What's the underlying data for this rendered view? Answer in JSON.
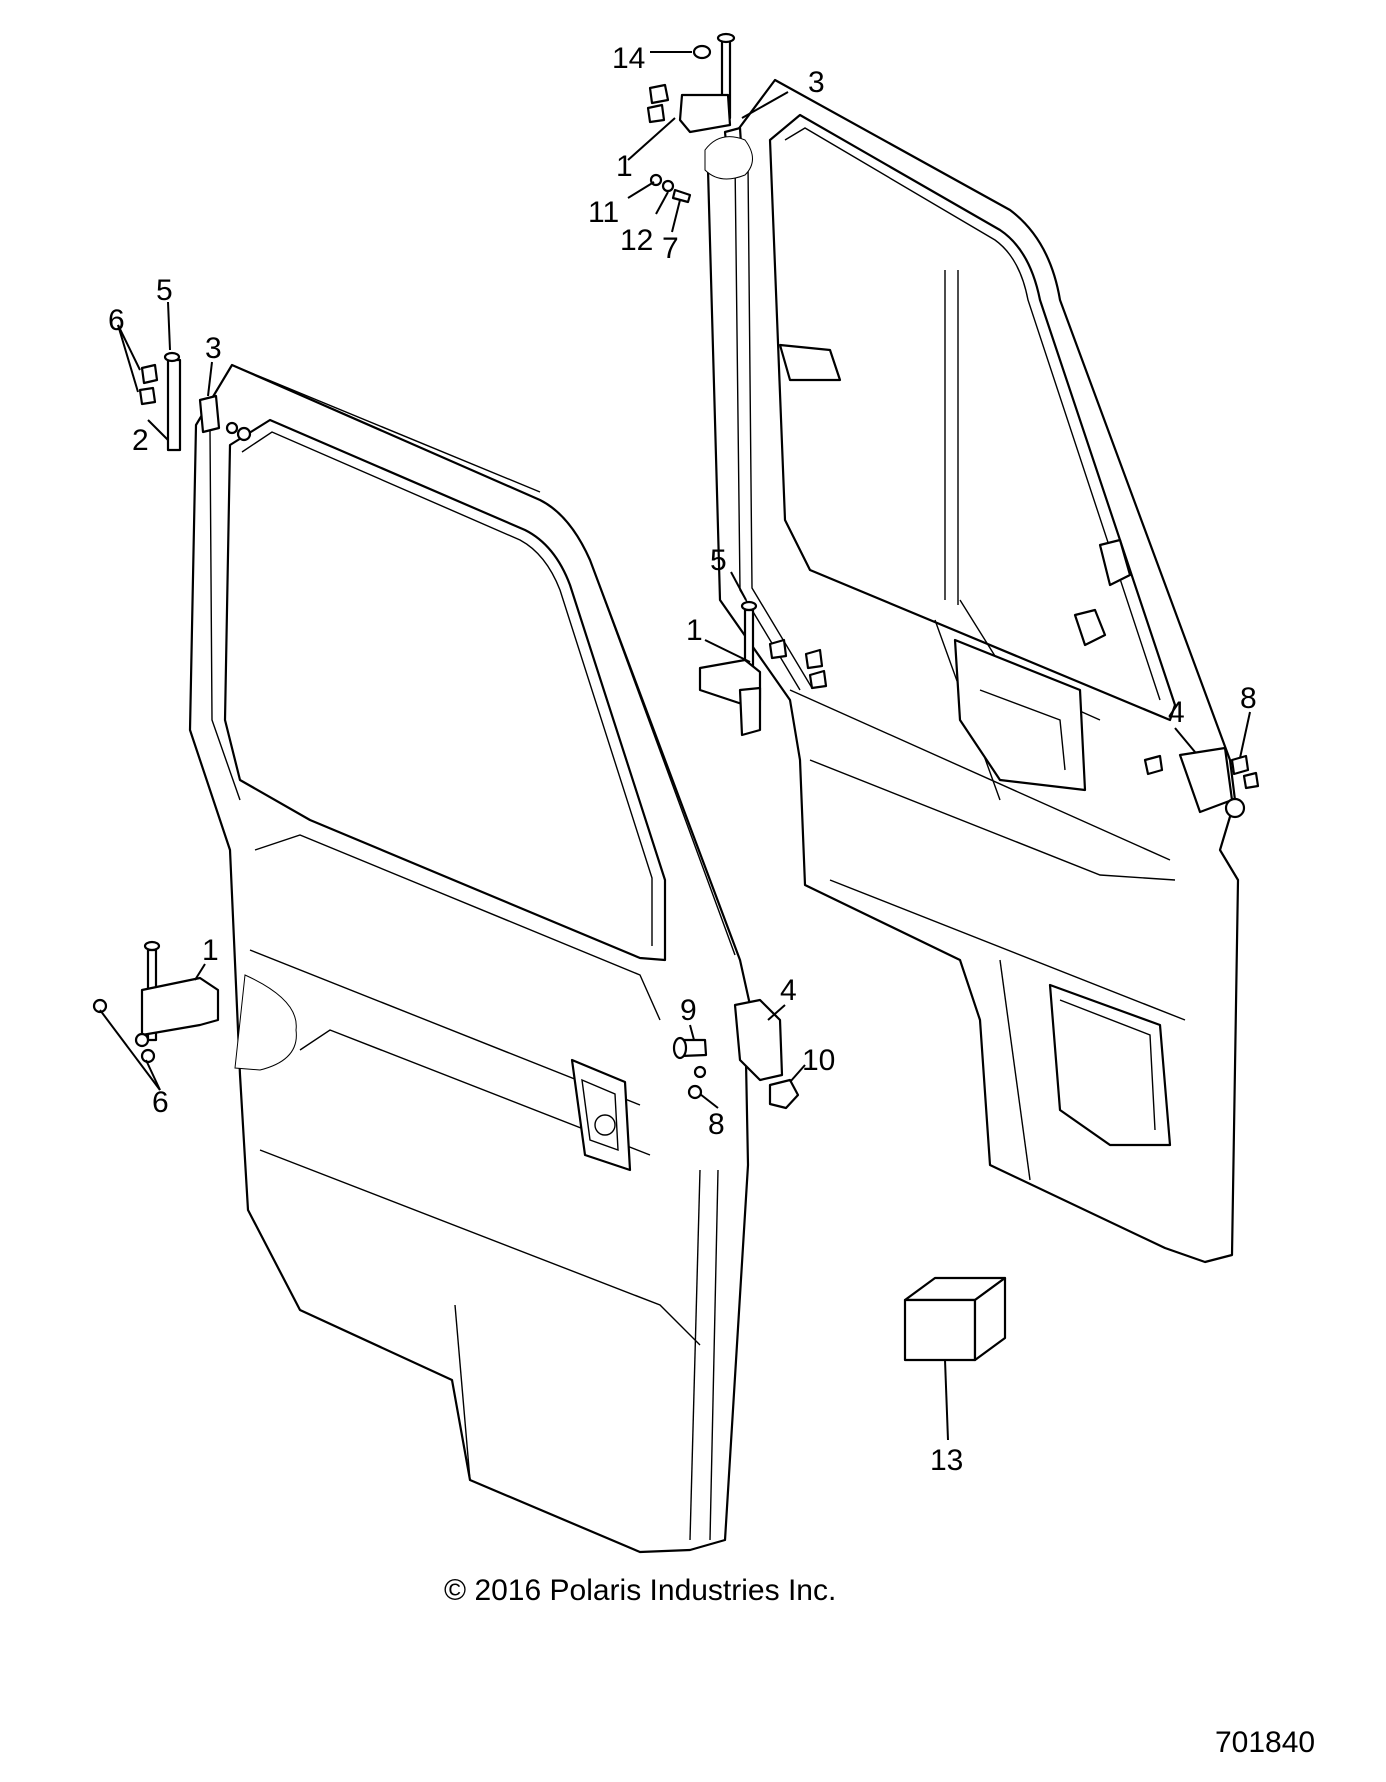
{
  "callouts": {
    "c14": "14",
    "c3a": "3",
    "c1a": "1",
    "c11": "11",
    "c12": "12",
    "c7": "7",
    "c5a": "5",
    "c6a": "6",
    "c3b": "3",
    "c2": "2",
    "c5b": "5",
    "c1b": "1",
    "c8a": "8",
    "c4a": "4",
    "c1c": "1",
    "c6b": "6",
    "c9": "9",
    "c4b": "4",
    "c10": "10",
    "c8b": "8",
    "c13": "13"
  },
  "footer": {
    "copyright": "© 2016 Polaris Industries Inc.",
    "diagram_number": "701840"
  }
}
